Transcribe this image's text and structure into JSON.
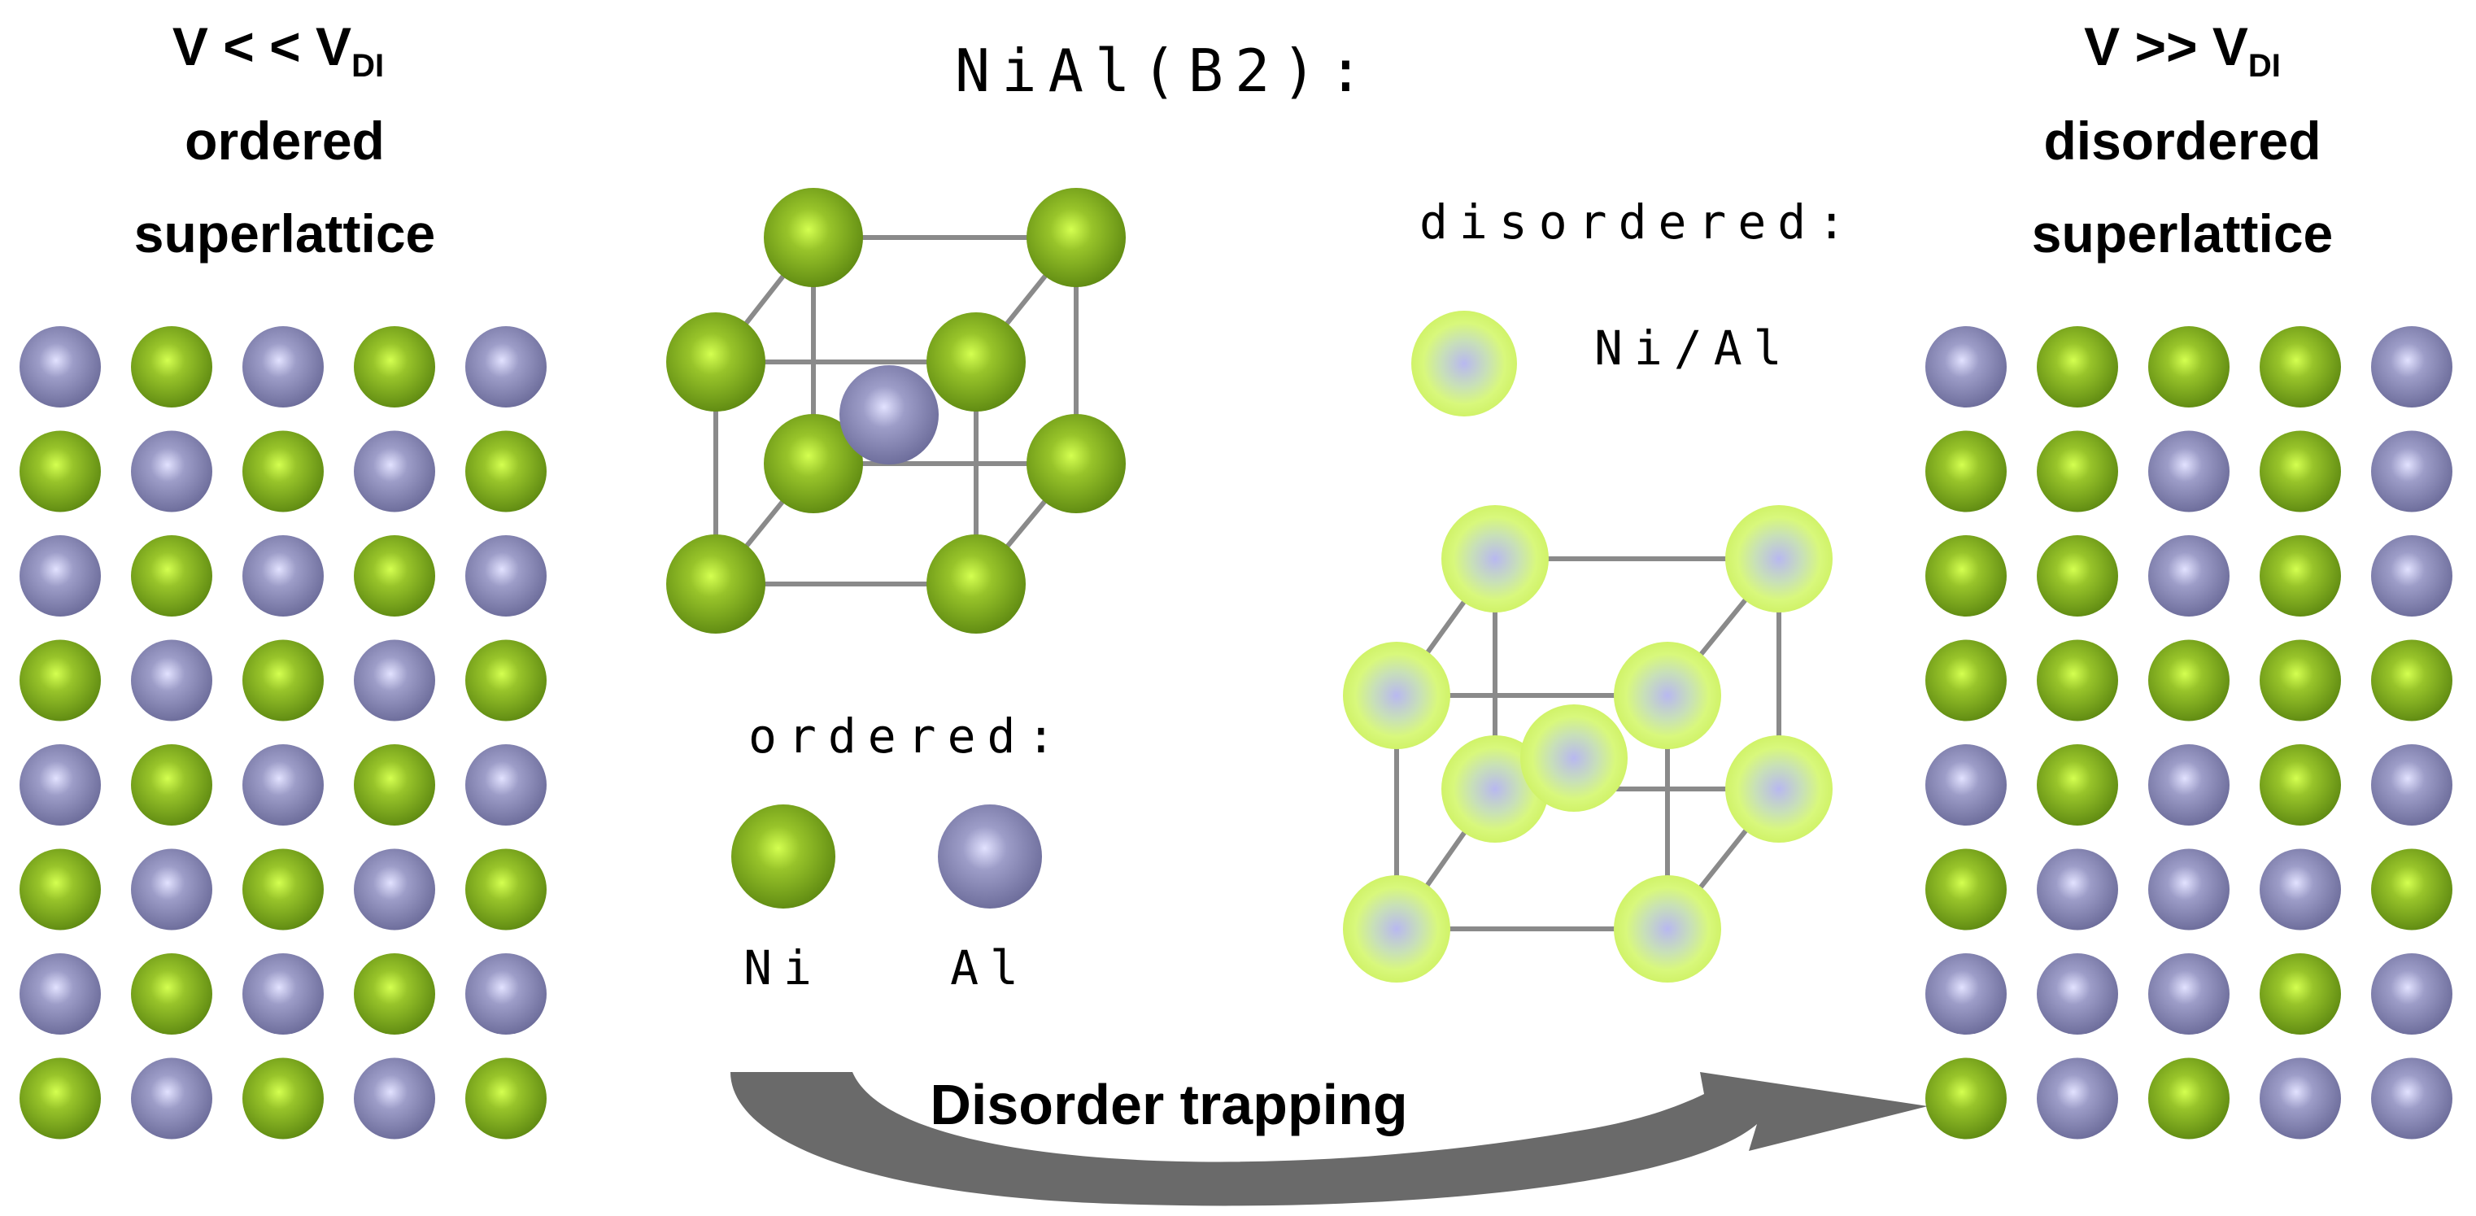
{
  "left_panel": {
    "heading": "V < < V",
    "heading_sub": "DI",
    "line2": "ordered",
    "line3": "superlattice",
    "grid": [
      [
        "Al",
        "Ni",
        "Al",
        "Ni",
        "Al"
      ],
      [
        "Ni",
        "Al",
        "Ni",
        "Al",
        "Ni"
      ],
      [
        "Al",
        "Ni",
        "Al",
        "Ni",
        "Al"
      ],
      [
        "Ni",
        "Al",
        "Ni",
        "Al",
        "Ni"
      ],
      [
        "Al",
        "Ni",
        "Al",
        "Ni",
        "Al"
      ],
      [
        "Ni",
        "Al",
        "Ni",
        "Al",
        "Ni"
      ],
      [
        "Al",
        "Ni",
        "Al",
        "Ni",
        "Al"
      ],
      [
        "Ni",
        "Al",
        "Ni",
        "Al",
        "Ni"
      ]
    ]
  },
  "right_panel": {
    "heading": "V >> V",
    "heading_sub": "DI",
    "line2": "disordered",
    "line3": "superlattice",
    "grid": [
      [
        "Al",
        "Ni",
        "Ni",
        "Ni",
        "Al"
      ],
      [
        "Ni",
        "Ni",
        "Al",
        "Ni",
        "Al"
      ],
      [
        "Ni",
        "Ni",
        "Al",
        "Ni",
        "Al"
      ],
      [
        "Ni",
        "Ni",
        "Ni",
        "Ni",
        "Ni"
      ],
      [
        "Al",
        "Ni",
        "Al",
        "Ni",
        "Al"
      ],
      [
        "Ni",
        "Al",
        "Al",
        "Al",
        "Ni"
      ],
      [
        "Al",
        "Al",
        "Al",
        "Ni",
        "Al"
      ],
      [
        "Ni",
        "Al",
        "Ni",
        "Al",
        "Al"
      ]
    ]
  },
  "center": {
    "title": "NiAl(B2):",
    "ordered_label": "ordered:",
    "ni_label": "Ni",
    "al_label": "Al",
    "disordered_label": "disordered:",
    "mixed_label": "Ni/Al",
    "arrow_label": "Disorder trapping"
  },
  "colors": {
    "Ni": "#7fa81e",
    "Al": "#8888b4",
    "Mixed": "#d8f878",
    "bond": "#8a8a8a",
    "arrow": "#6a6a6a"
  }
}
